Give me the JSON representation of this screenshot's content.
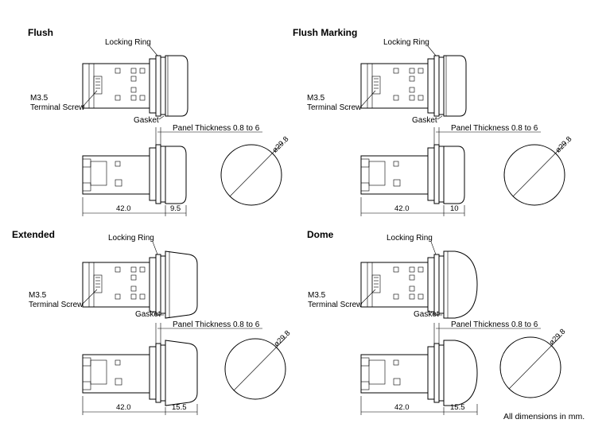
{
  "variants": [
    {
      "title": "Flush",
      "locking_ring": "Locking Ring",
      "terminal_line1": "M3.5",
      "terminal_line2": "Terminal Screw",
      "gasket": "Gasket",
      "panel": "Panel Thickness 0.8 to 6",
      "body_len": "42.0",
      "cap_len": "9.5",
      "diameter": "ø29.8",
      "cap": "flush"
    },
    {
      "title": "Flush Marking",
      "locking_ring": "Locking Ring",
      "terminal_line1": "M3.5",
      "terminal_line2": "Terminal Screw",
      "gasket": "Gasket",
      "panel": "Panel Thickness 0.8 to 6",
      "body_len": "42.0",
      "cap_len": "10",
      "diameter": "ø29.8",
      "cap": "flush"
    },
    {
      "title": "Extended",
      "locking_ring": "Locking Ring",
      "terminal_line1": "M3.5",
      "terminal_line2": "Terminal Screw",
      "gasket": "Gasket",
      "panel": "Panel Thickness 0.8 to 6",
      "body_len": "42.0",
      "cap_len": "15.5",
      "diameter": "ø29.8",
      "cap": "extended"
    },
    {
      "title": "Dome",
      "locking_ring": "Locking Ring",
      "terminal_line1": "M3.5",
      "terminal_line2": "Terminal Screw",
      "gasket": "Gasket",
      "panel": "Panel Thickness 0.8 to 6",
      "body_len": "42.0",
      "cap_len": "15.5",
      "diameter": "ø29.8",
      "cap": "dome"
    }
  ],
  "footer_note": "All dimensions in mm."
}
